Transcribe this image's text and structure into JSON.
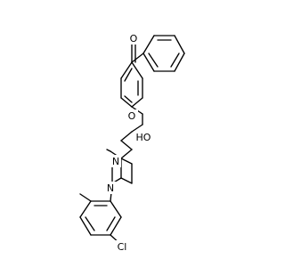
{
  "molecule": {
    "atoms": {
      "carbonyl_oxygen": "O",
      "ether_oxygen": "O",
      "hydroxyl": "HO",
      "piperazine_n_top": "N",
      "piperazine_n_bottom": "N",
      "chlorine": "Cl"
    }
  },
  "colors": {
    "bond": "#000000",
    "background": "#ffffff"
  }
}
